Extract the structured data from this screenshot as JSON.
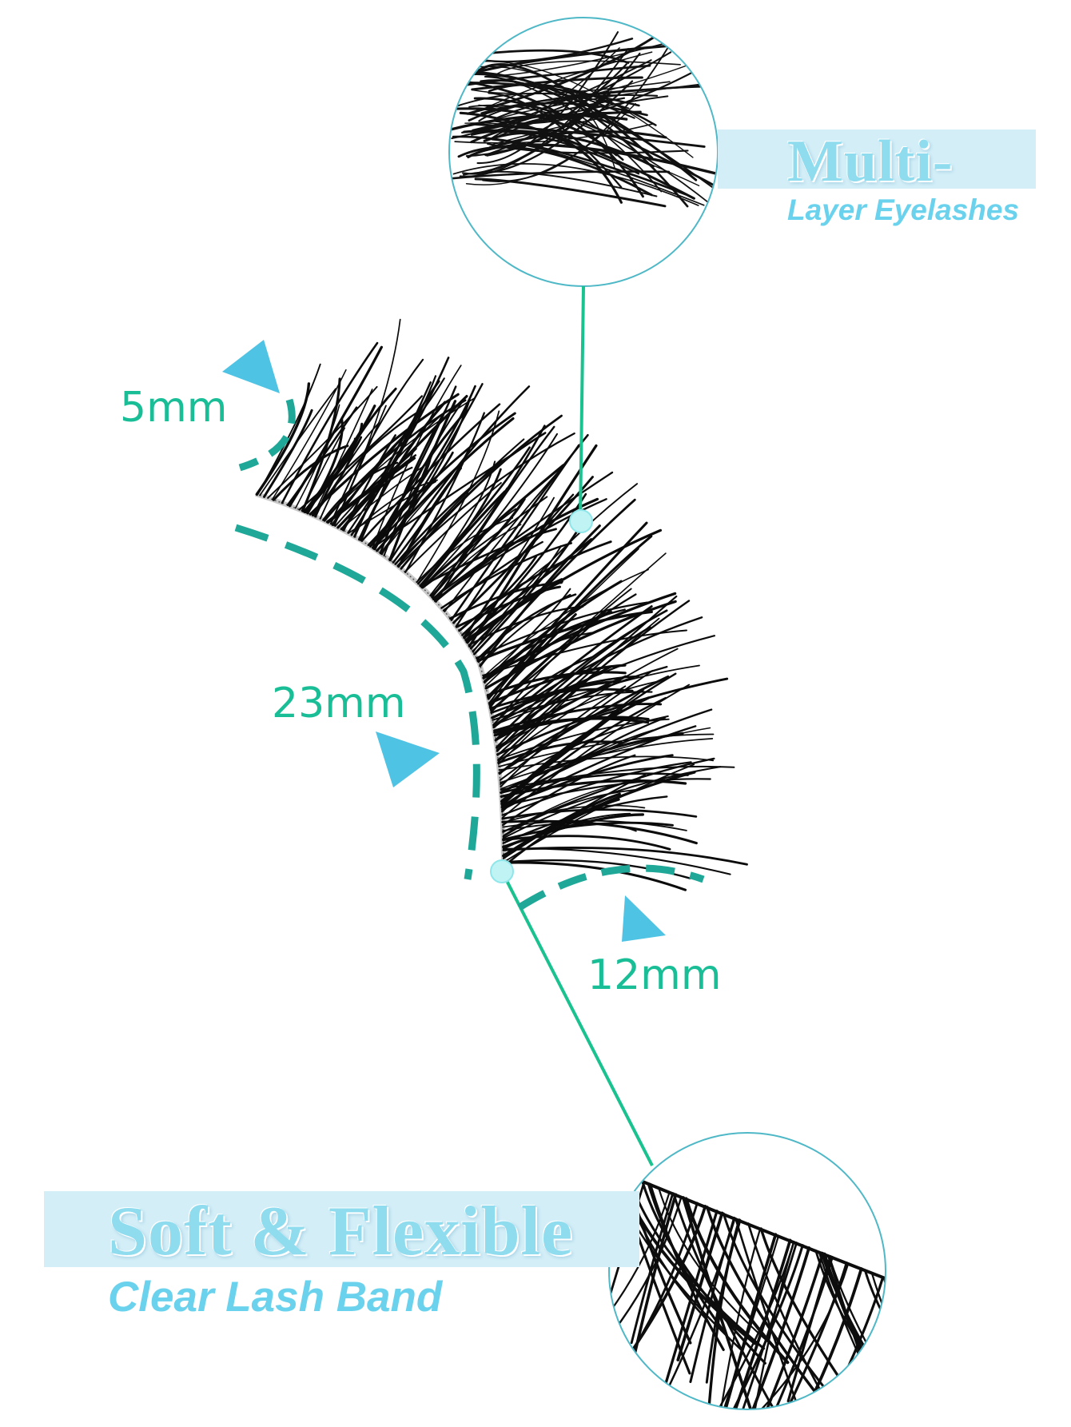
{
  "colors": {
    "accent_teal": "#1fa898",
    "connector_green": "#19c28f",
    "arrow_blue": "#4fc3e3",
    "banner_bg": "#d3eef7",
    "title_text": "#8fdcef",
    "dimension_text": "#19be97"
  },
  "callouts": {
    "top": {
      "title": "Multi-",
      "subtitle": "Layer Eyelashes"
    },
    "bottom": {
      "title": "Soft & Flexible",
      "subtitle": "Clear Lash Band"
    }
  },
  "dimensions": {
    "outer_length": "5mm",
    "band_length": "23mm",
    "inner_length": "12mm"
  }
}
